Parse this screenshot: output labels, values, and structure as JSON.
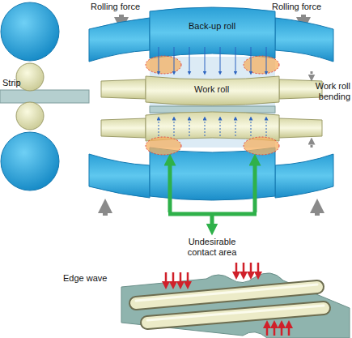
{
  "diagram": {
    "nodes": [
      {
        "text": [
          "Back-up roll"
        ]
      },
      {
        "text": [
          "Work roll"
        ]
      }
    ],
    "labels": [
      "Rolling force",
      "Rolling force",
      "Strip",
      "Work roll bending",
      "Undesirable contact area",
      "Edge wave"
    ]
  }
}
